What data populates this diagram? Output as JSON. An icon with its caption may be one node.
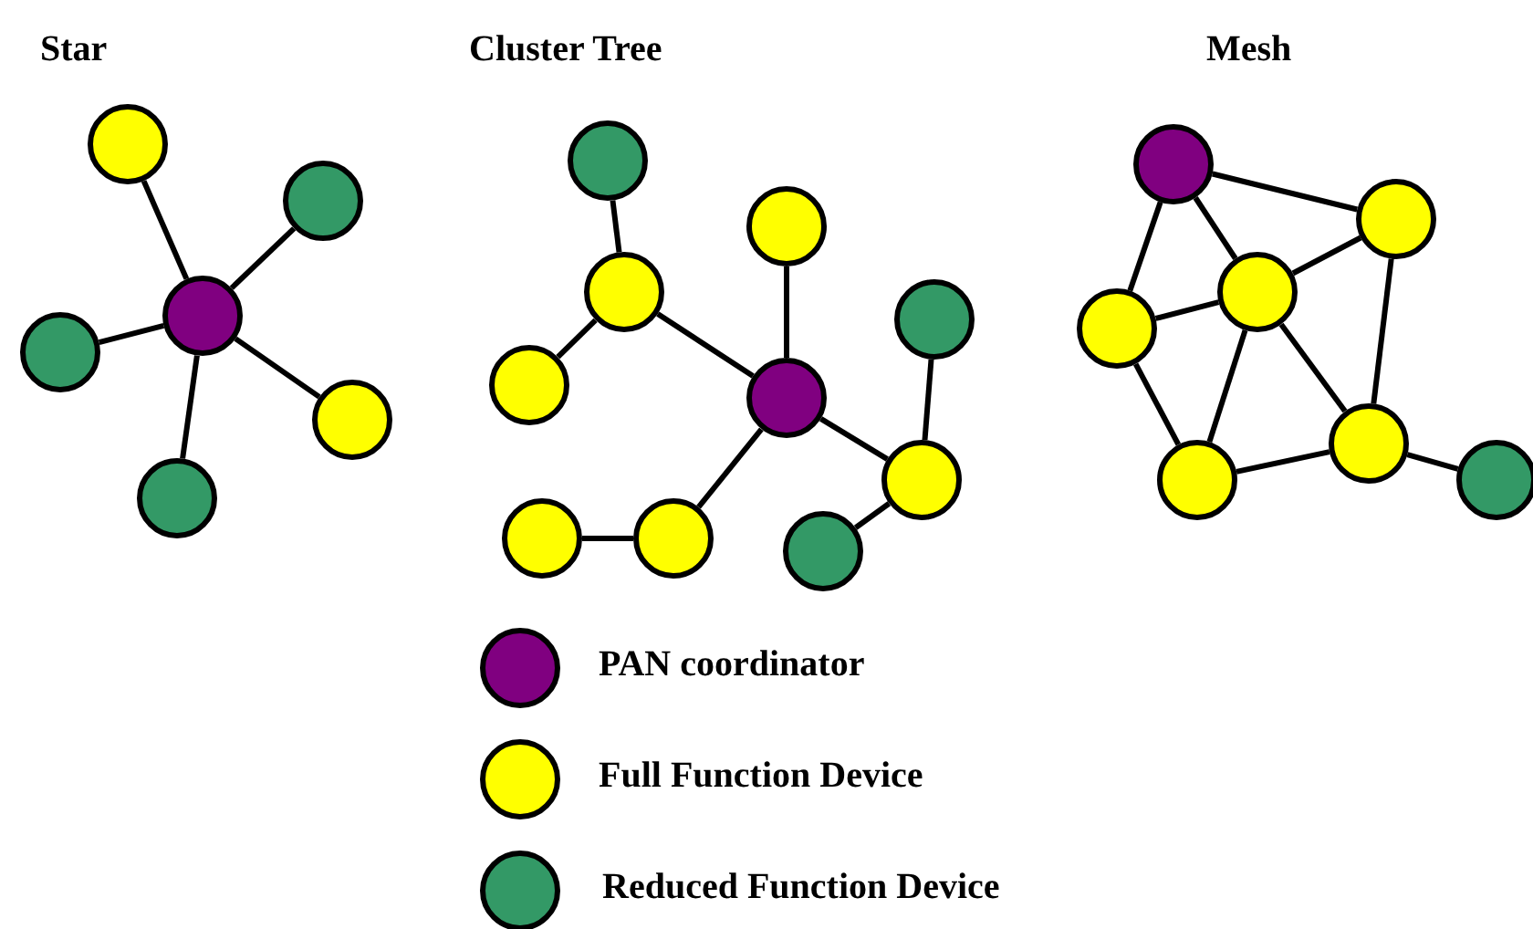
{
  "diagram": {
    "nodes": [
      {
        "text": [],
        "shape": "circle"
      },
      {
        "text": [],
        "shape": "circle"
      },
      {
        "text": [],
        "shape": "circle"
      },
      {
        "text": [],
        "shape": "circle"
      },
      {
        "text": [],
        "shape": "circle"
      },
      {
        "text": [],
        "shape": "circle"
      },
      {
        "text": [],
        "shape": "circle"
      },
      {
        "text": [],
        "shape": "circle"
      },
      {
        "text": [],
        "shape": "circle"
      },
      {
        "text": [],
        "shape": "circle"
      },
      {
        "text": [],
        "shape": "circle"
      },
      {
        "text": [],
        "shape": "circle"
      },
      {
        "text": [],
        "shape": "circle"
      },
      {
        "text": [],
        "shape": "circle"
      },
      {
        "text": [],
        "shape": "circle"
      },
      {
        "text": [],
        "shape": "circle"
      },
      {
        "text": [],
        "shape": "circle"
      },
      {
        "text": [],
        "shape": "circle"
      },
      {
        "text": [],
        "shape": "circle"
      },
      {
        "text": [],
        "shape": "circle"
      },
      {
        "text": [],
        "shape": "circle"
      },
      {
        "text": [],
        "shape": "circle"
      },
      {
        "text": [],
        "shape": "circle"
      }
    ],
    "edges": [
      {
        "from": 2,
        "to": 0,
        "arrow": "none"
      },
      {
        "from": 2,
        "to": 1,
        "arrow": "none"
      },
      {
        "from": 2,
        "to": 3,
        "arrow": "none"
      },
      {
        "from": 2,
        "to": 4,
        "arrow": "none"
      },
      {
        "from": 2,
        "to": 5,
        "arrow": "none"
      },
      {
        "from": 6,
        "to": 8,
        "arrow": "none"
      },
      {
        "from": 8,
        "to": 10,
        "arrow": "none"
      },
      {
        "from": 8,
        "to": 11,
        "arrow": "none"
      },
      {
        "from": 7,
        "to": 11,
        "arrow": "none"
      },
      {
        "from": 11,
        "to": 14,
        "arrow": "none"
      },
      {
        "from": 14,
        "to": 13,
        "arrow": "none"
      },
      {
        "from": 11,
        "to": 12,
        "arrow": "none"
      },
      {
        "from": 12,
        "to": 9,
        "arrow": "none"
      },
      {
        "from": 12,
        "to": 15,
        "arrow": "none"
      },
      {
        "from": 16,
        "to": 17,
        "arrow": "none"
      },
      {
        "from": 16,
        "to": 18,
        "arrow": "none"
      },
      {
        "from": 16,
        "to": 19,
        "arrow": "none"
      },
      {
        "from": 18,
        "to": 17,
        "arrow": "none"
      },
      {
        "from": 18,
        "to": 19,
        "arrow": "none"
      },
      {
        "from": 18,
        "to": 21,
        "arrow": "none"
      },
      {
        "from": 18,
        "to": 20,
        "arrow": "none"
      },
      {
        "from": 17,
        "to": 20,
        "arrow": "none"
      },
      {
        "from": 19,
        "to": 21,
        "arrow": "none"
      },
      {
        "from": 21,
        "to": 20,
        "arrow": "none"
      },
      {
        "from": 20,
        "to": 22,
        "arrow": "none"
      }
    ],
    "labels": [
      "Star",
      "Cluster Tree",
      "Mesh"
    ],
    "legend": [
      {
        "text": "PAN coordinator",
        "color": "#800080"
      },
      {
        "text": "Full Function Device",
        "color": "#ffff00"
      },
      {
        "text": "Reduced Function Device",
        "color": "#339966"
      }
    ]
  }
}
